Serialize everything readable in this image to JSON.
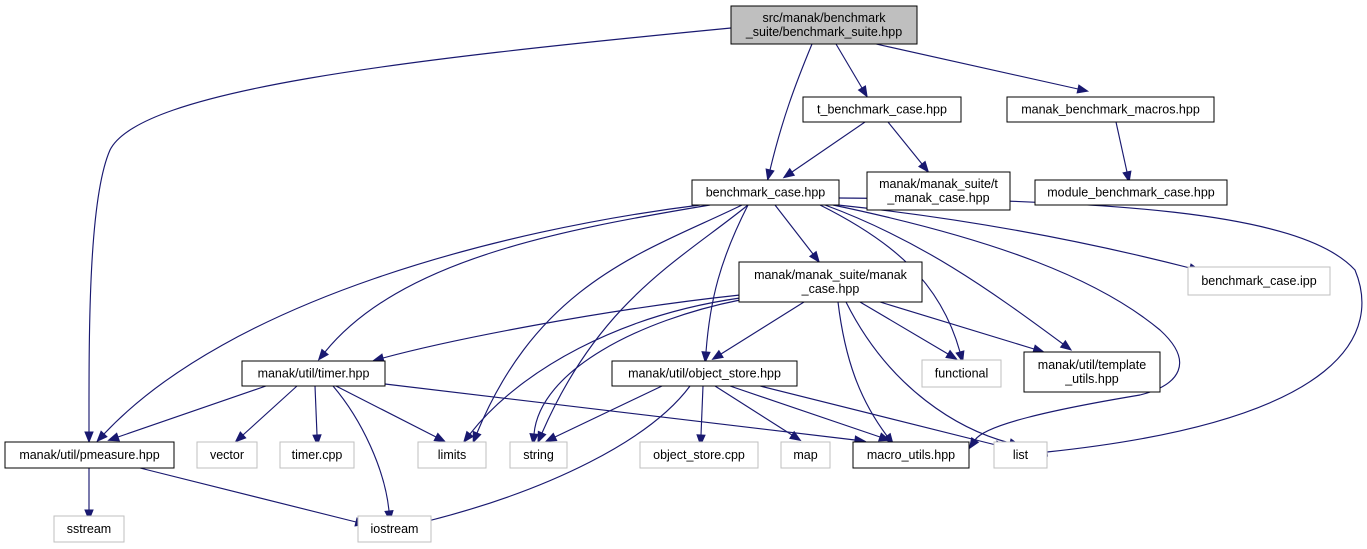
{
  "diagram": {
    "nodes": [
      {
        "id": "root",
        "lines": [
          "src/manak/benchmark",
          "_suite/benchmark_suite.hpp"
        ],
        "style": "root"
      },
      {
        "id": "t_bc",
        "lines": [
          "t_benchmark_case.hpp"
        ],
        "style": "solid"
      },
      {
        "id": "macros",
        "lines": [
          "manak_benchmark_macros.hpp"
        ],
        "style": "solid"
      },
      {
        "id": "bc",
        "lines": [
          "benchmark_case.hpp"
        ],
        "style": "solid"
      },
      {
        "id": "t_manak",
        "lines": [
          "manak/manak_suite/t",
          "_manak_case.hpp"
        ],
        "style": "solid"
      },
      {
        "id": "mod_bc",
        "lines": [
          "module_benchmark_case.hpp"
        ],
        "style": "solid"
      },
      {
        "id": "bc_ipp",
        "lines": [
          "benchmark_case.ipp"
        ],
        "style": "ghost"
      },
      {
        "id": "manak_case",
        "lines": [
          "manak/manak_suite/manak",
          "_case.hpp"
        ],
        "style": "solid"
      },
      {
        "id": "timer",
        "lines": [
          "manak/util/timer.hpp"
        ],
        "style": "solid"
      },
      {
        "id": "objstore",
        "lines": [
          "manak/util/object_store.hpp"
        ],
        "style": "solid"
      },
      {
        "id": "functional",
        "lines": [
          "functional"
        ],
        "style": "ghost"
      },
      {
        "id": "template",
        "lines": [
          "manak/util/template",
          "_utils.hpp"
        ],
        "style": "solid"
      },
      {
        "id": "pmeasure",
        "lines": [
          "manak/util/pmeasure.hpp"
        ],
        "style": "solid"
      },
      {
        "id": "vector",
        "lines": [
          "vector"
        ],
        "style": "ghost"
      },
      {
        "id": "timer_cpp",
        "lines": [
          "timer.cpp"
        ],
        "style": "ghost"
      },
      {
        "id": "limits",
        "lines": [
          "limits"
        ],
        "style": "ghost"
      },
      {
        "id": "string",
        "lines": [
          "string"
        ],
        "style": "ghost"
      },
      {
        "id": "os_cpp",
        "lines": [
          "object_store.cpp"
        ],
        "style": "ghost"
      },
      {
        "id": "map",
        "lines": [
          "map"
        ],
        "style": "ghost"
      },
      {
        "id": "macro_utils",
        "lines": [
          "macro_utils.hpp"
        ],
        "style": "solid"
      },
      {
        "id": "list",
        "lines": [
          "list"
        ],
        "style": "ghost"
      },
      {
        "id": "sstream",
        "lines": [
          "sstream"
        ],
        "style": "ghost"
      },
      {
        "id": "iostream",
        "lines": [
          "iostream"
        ],
        "style": "ghost"
      }
    ],
    "edges": [
      [
        "root",
        "pmeasure"
      ],
      [
        "root",
        "bc"
      ],
      [
        "root",
        "t_bc"
      ],
      [
        "root",
        "macros"
      ],
      [
        "t_bc",
        "bc"
      ],
      [
        "t_bc",
        "t_manak"
      ],
      [
        "macros",
        "mod_bc"
      ],
      [
        "bc",
        "pmeasure"
      ],
      [
        "bc",
        "timer"
      ],
      [
        "bc",
        "limits"
      ],
      [
        "bc",
        "string"
      ],
      [
        "bc",
        "objstore"
      ],
      [
        "bc",
        "manak_case"
      ],
      [
        "bc",
        "functional"
      ],
      [
        "bc",
        "template"
      ],
      [
        "bc",
        "macro_utils"
      ],
      [
        "bc",
        "bc_ipp"
      ],
      [
        "bc",
        "list"
      ],
      [
        "manak_case",
        "timer"
      ],
      [
        "manak_case",
        "limits"
      ],
      [
        "manak_case",
        "string"
      ],
      [
        "manak_case",
        "objstore"
      ],
      [
        "manak_case",
        "functional"
      ],
      [
        "manak_case",
        "template"
      ],
      [
        "manak_case",
        "macro_utils"
      ],
      [
        "manak_case",
        "list"
      ],
      [
        "timer",
        "pmeasure"
      ],
      [
        "timer",
        "vector"
      ],
      [
        "timer",
        "timer_cpp"
      ],
      [
        "timer",
        "limits"
      ],
      [
        "timer",
        "iostream"
      ],
      [
        "timer",
        "macro_utils"
      ],
      [
        "objstore",
        "string"
      ],
      [
        "objstore",
        "os_cpp"
      ],
      [
        "objstore",
        "map"
      ],
      [
        "objstore",
        "macro_utils"
      ],
      [
        "objstore",
        "list"
      ],
      [
        "objstore",
        "iostream"
      ],
      [
        "pmeasure",
        "sstream"
      ],
      [
        "pmeasure",
        "iostream"
      ]
    ]
  }
}
